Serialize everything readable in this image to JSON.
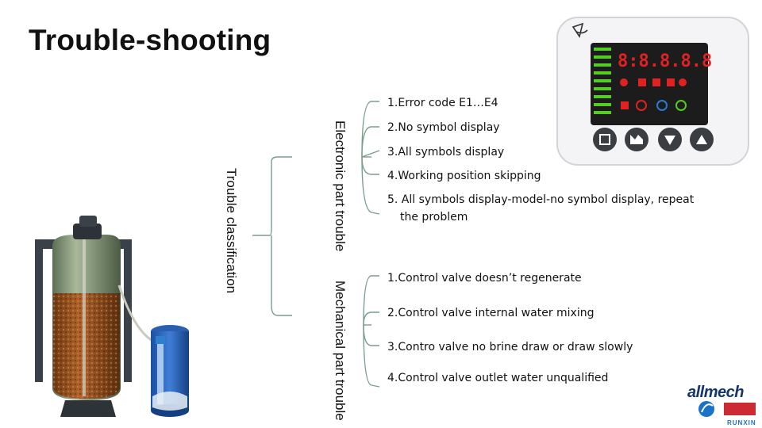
{
  "title": "Trouble-shooting",
  "classification": "Trouble classification",
  "categories": [
    {
      "label": "Electronic part trouble",
      "items": [
        "1.Error code E1…E4",
        "2.No symbol display",
        "3.All symbols display",
        "4.Working position skipping",
        "5. All symbols display-model-no symbol display, repeat",
        "the problem"
      ]
    },
    {
      "label": "Mechanical part trouble",
      "items": [
        "1.Control valve doesn’t regenerate",
        "2.Control valve internal water mixing",
        "3.Contro valve no brine draw or draw slowly",
        "4.Control valve outlet water unqualified"
      ]
    }
  ],
  "panel": {
    "display": "8:8.8.8.8",
    "buttons": [
      "menu-icon",
      "regen-icon",
      "down-icon",
      "up-icon"
    ]
  },
  "logo": {
    "brand": "allmech",
    "sub": "RUNXIN"
  },
  "colors": {
    "line": "#7a9e8c",
    "text": "#111111",
    "display_bg": "#1c1c1c",
    "display_red": "#e22222",
    "display_green": "#55cc22"
  }
}
